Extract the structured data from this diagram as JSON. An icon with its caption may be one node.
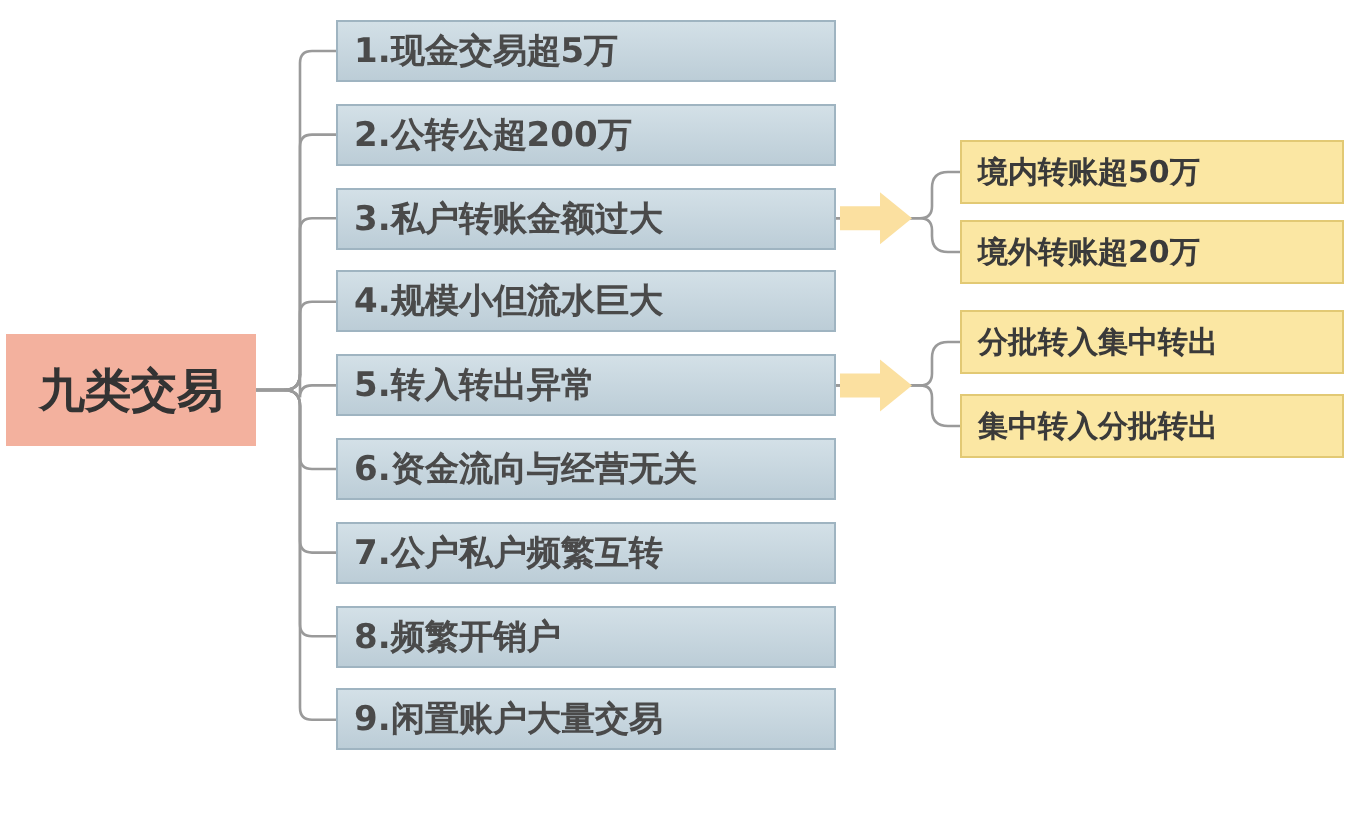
{
  "diagram": {
    "nodes": [
      {
        "text": [
          "九类交易"
        ]
      },
      {
        "text": [
          "1.现金交易超5万"
        ]
      },
      {
        "text": [
          "2.公转公超200万"
        ]
      },
      {
        "text": [
          "3.私户转账金额过大"
        ]
      },
      {
        "text": [
          "4.规模小但流水巨大"
        ]
      },
      {
        "text": [
          "5.转入转出异常"
        ]
      },
      {
        "text": [
          "6.资金流向与经营无关"
        ]
      },
      {
        "text": [
          "7.公户私户频繁互转"
        ]
      },
      {
        "text": [
          "8.频繁开销户"
        ]
      },
      {
        "text": [
          "9.闲置账户大量交易"
        ]
      },
      {
        "text": [
          "境内转账超50万"
        ]
      },
      {
        "text": [
          "境外转账超20万"
        ]
      },
      {
        "text": [
          "分批转入集中转出"
        ]
      },
      {
        "text": [
          "集中转入分批转出"
        ]
      }
    ],
    "edges": [
      {
        "from": 0,
        "to": 1,
        "arrow": "none"
      },
      {
        "from": 0,
        "to": 2,
        "arrow": "none"
      },
      {
        "from": 0,
        "to": 3,
        "arrow": "none"
      },
      {
        "from": 0,
        "to": 4,
        "arrow": "none"
      },
      {
        "from": 0,
        "to": 5,
        "arrow": "none"
      },
      {
        "from": 0,
        "to": 6,
        "arrow": "none"
      },
      {
        "from": 0,
        "to": 7,
        "arrow": "none"
      },
      {
        "from": 0,
        "to": 8,
        "arrow": "none"
      },
      {
        "from": 0,
        "to": 9,
        "arrow": "none"
      },
      {
        "from": 3,
        "to": null,
        "arrow": "to",
        "style": "thick",
        "color": "#fbe0a0"
      },
      {
        "from": 3,
        "to": 10,
        "arrow": "none"
      },
      {
        "from": 3,
        "to": 11,
        "arrow": "none"
      },
      {
        "from": 5,
        "to": null,
        "arrow": "to",
        "style": "thick",
        "color": "#fbe0a0"
      },
      {
        "from": 5,
        "to": 12,
        "arrow": "none"
      },
      {
        "from": 5,
        "to": 13,
        "arrow": "none"
      }
    ]
  }
}
